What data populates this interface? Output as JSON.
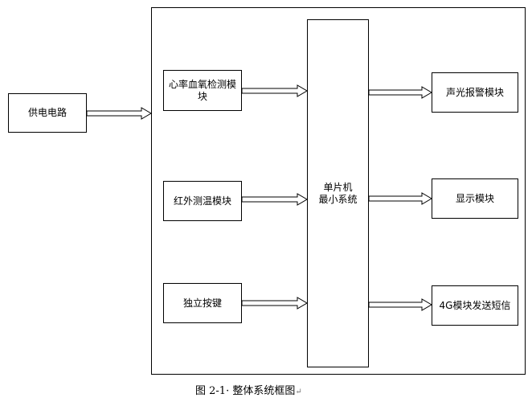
{
  "diagram": {
    "blocks": {
      "power": "供电电路",
      "heart_rate_line1": "心率血氧检测模",
      "heart_rate_line2": "块",
      "temperature": "红外测温模块",
      "button": "独立按键",
      "mcu_line1": "单片机",
      "mcu_line2": "最小系统",
      "alarm": "声光报警模块",
      "display": "显示模块",
      "sms": "4G模块发送短信"
    },
    "caption": "图 2-1· 整体系统框图",
    "caption_mark": "↵",
    "colors": {
      "stroke": "#000000",
      "background": "#ffffff"
    }
  }
}
